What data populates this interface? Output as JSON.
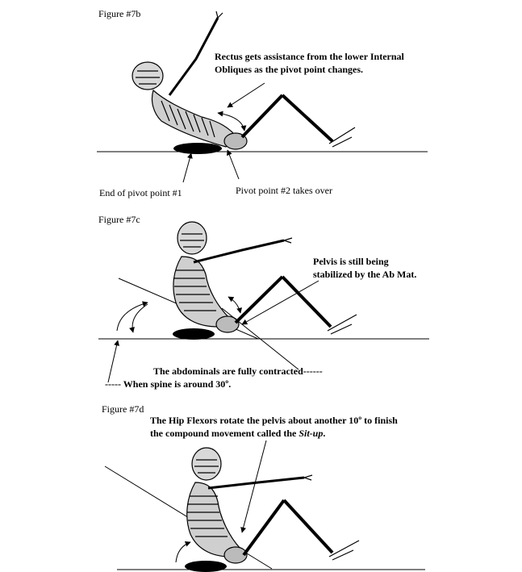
{
  "panels": [
    {
      "figure_label": "Figure #7b",
      "caption_lines": [
        "Rectus gets assistance from the lower Internal",
        "Obliques as the pivot point changes."
      ],
      "labels": {
        "left": "End of pivot point #1",
        "right": "Pivot point #2 takes over"
      }
    },
    {
      "figure_label": "Figure #7c",
      "caption_lines": [
        "Pelvis is still being",
        "stabilized by the Ab Mat."
      ],
      "note_line1": "The abdominals are fully contracted------",
      "note_line2": "----- When  spine is around 30º."
    },
    {
      "figure_label": "Figure #7d",
      "caption_line1": "The Hip Flexors rotate the pelvis about another 10º to finish",
      "caption_line2_prefix": "the compound movement called the ",
      "caption_line2_emph": "Sit-up",
      "caption_line2_suffix": "."
    }
  ]
}
